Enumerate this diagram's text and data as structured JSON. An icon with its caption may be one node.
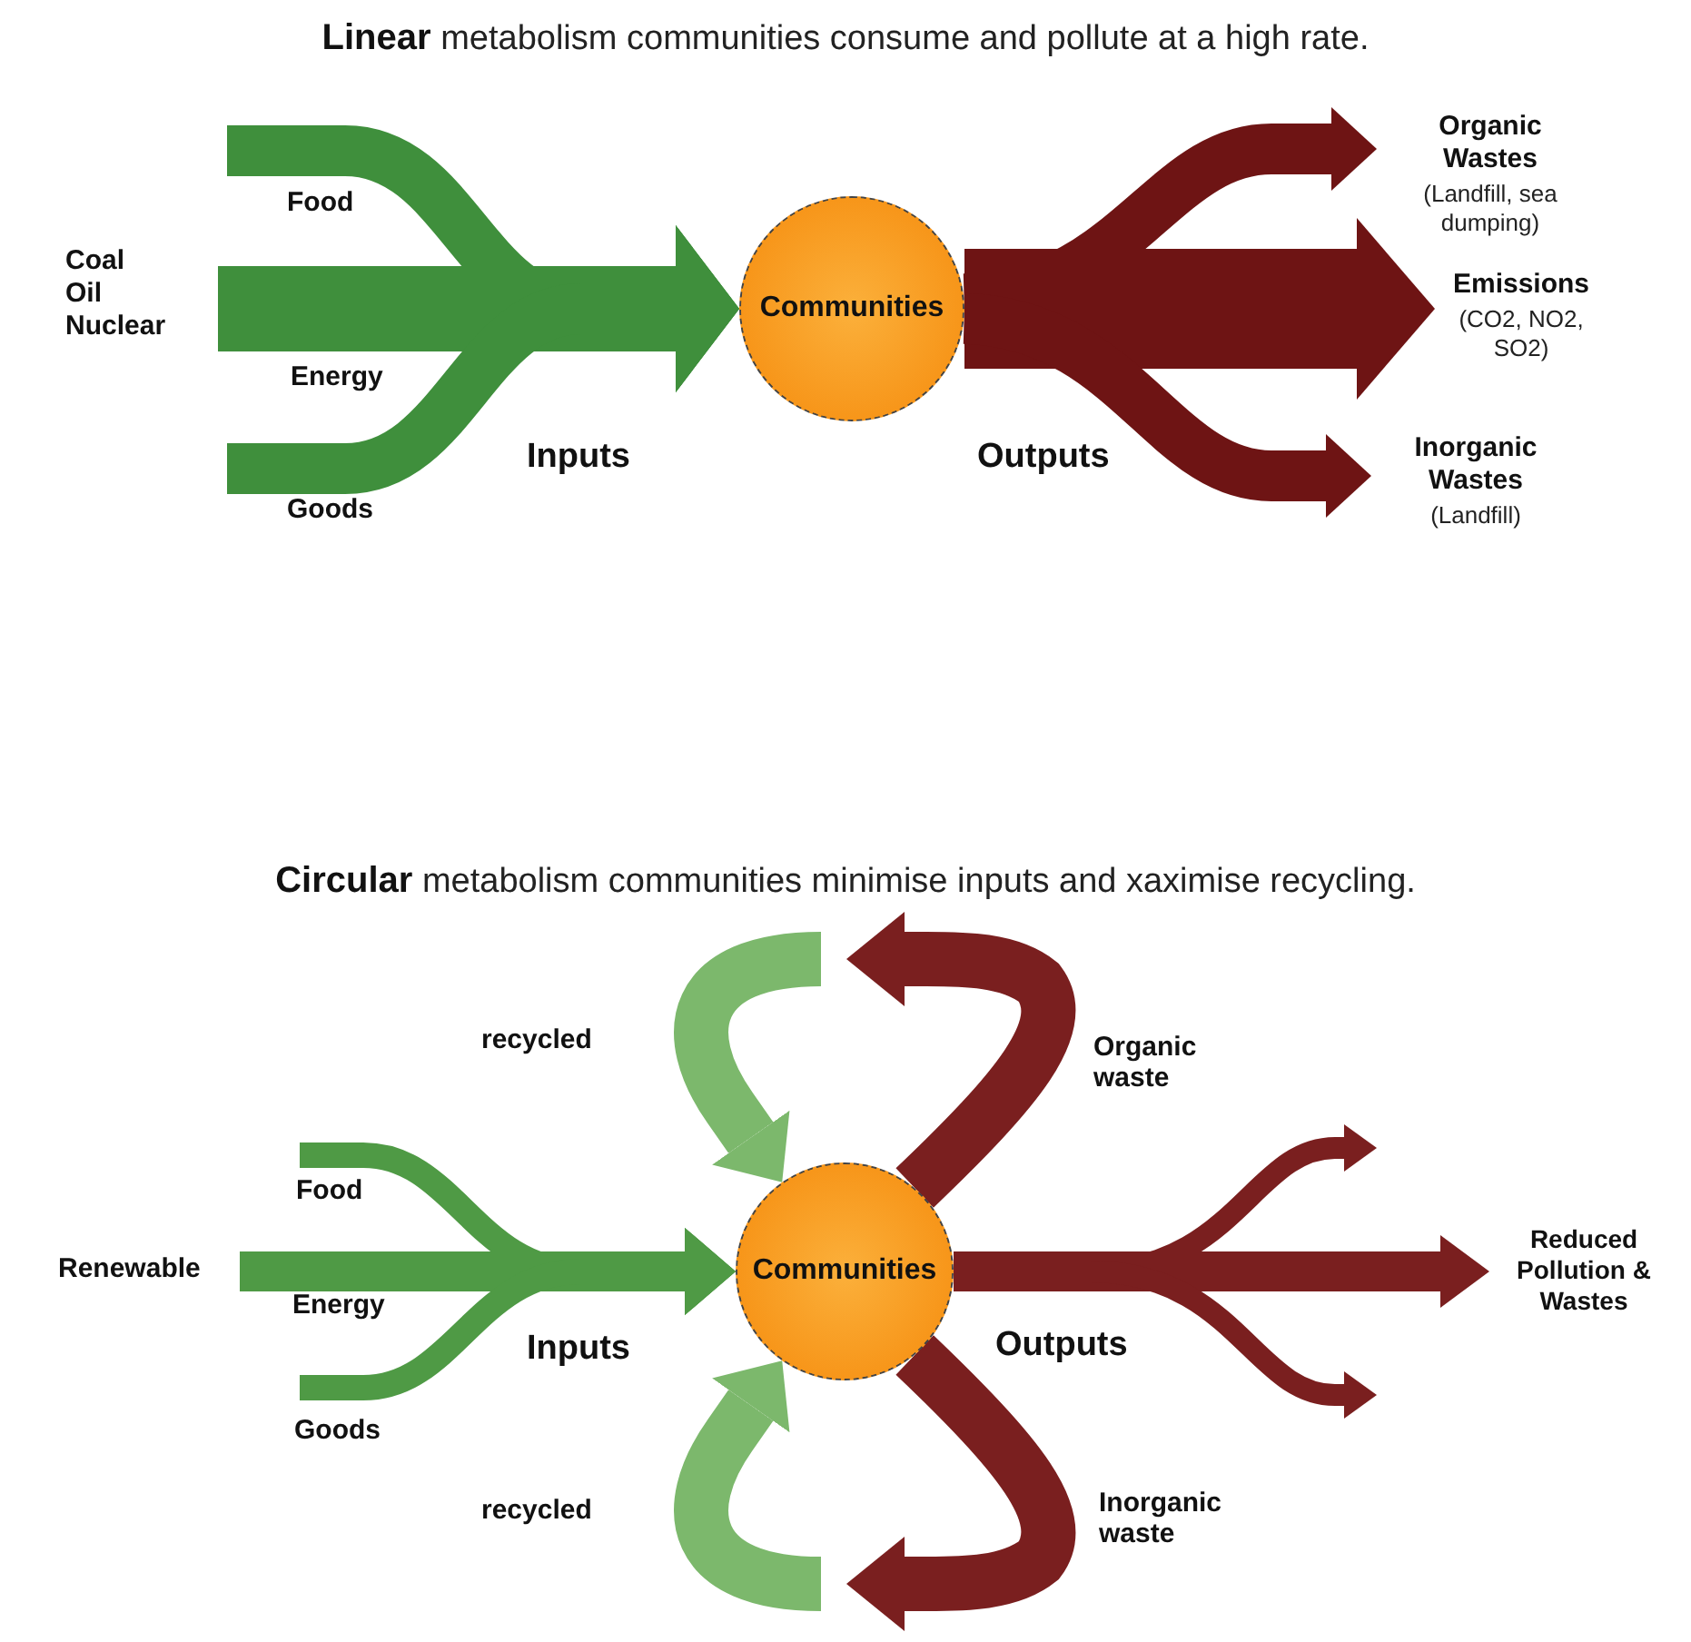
{
  "diagram": {
    "nodes": [
      {
        "text": [
          "Coal Oil Nuclear"
        ]
      },
      {
        "text": [
          "Communities"
        ]
      },
      {
        "text": [
          "Organic Wastes",
          "(Landfill, sea dumping)"
        ]
      },
      {
        "text": [
          "Emissions",
          "(CO2, NO2, SO2)"
        ]
      },
      {
        "text": [
          "Inorganic Wastes",
          "(Landfill)"
        ]
      },
      {
        "text": [
          "Renewable"
        ]
      },
      {
        "text": [
          "Communities"
        ]
      },
      {
        "text": [
          "Reduced Pollution & Wastes"
        ]
      }
    ],
    "edges": [
      {
        "from": null,
        "to": 1,
        "arrow": "to",
        "label": "Food",
        "color": "#3f8f3c"
      },
      {
        "from": 0,
        "to": 1,
        "arrow": "to",
        "label": "Energy",
        "color": "#3f8f3c"
      },
      {
        "from": null,
        "to": 1,
        "arrow": "to",
        "label": "Goods",
        "color": "#3f8f3c"
      },
      {
        "from": 1,
        "to": 2,
        "arrow": "to",
        "color": "#6e1414"
      },
      {
        "from": 1,
        "to": 3,
        "arrow": "to",
        "style": "thick",
        "color": "#6e1414"
      },
      {
        "from": 1,
        "to": 4,
        "arrow": "to",
        "color": "#6e1414"
      },
      {
        "from": null,
        "to": 6,
        "arrow": "to",
        "label": "Food",
        "color": "#4f9a45"
      },
      {
        "from": 5,
        "to": 6,
        "arrow": "to",
        "label": "Energy",
        "color": "#4f9a45"
      },
      {
        "from": null,
        "to": 6,
        "arrow": "to",
        "label": "Goods",
        "color": "#4f9a45"
      },
      {
        "from": 6,
        "to": null,
        "arrow": "to",
        "color": "#7a1f1f"
      },
      {
        "from": 6,
        "to": 7,
        "arrow": "to",
        "color": "#7a1f1f"
      },
      {
        "from": 6,
        "to": null,
        "arrow": "to",
        "color": "#7a1f1f"
      },
      {
        "from": 6,
        "to": null,
        "arrow": "to",
        "label": "Organic waste",
        "color": "#7a1f1f"
      },
      {
        "from": null,
        "to": 6,
        "arrow": "to",
        "label": "recycled",
        "color": "#7cb86c"
      },
      {
        "from": 6,
        "to": null,
        "arrow": "to",
        "label": "Inorganic waste",
        "color": "#7a1f1f"
      },
      {
        "from": null,
        "to": 6,
        "arrow": "to",
        "label": "recycled",
        "color": "#7cb86c"
      }
    ],
    "labels": [
      "**Linear** metabolism communities consume and pollute at a high rate.",
      "Inputs",
      "Outputs",
      "**Circular** metabolism communities minimise inputs and xaximise recycling.",
      "Inputs",
      "Outputs"
    ]
  }
}
